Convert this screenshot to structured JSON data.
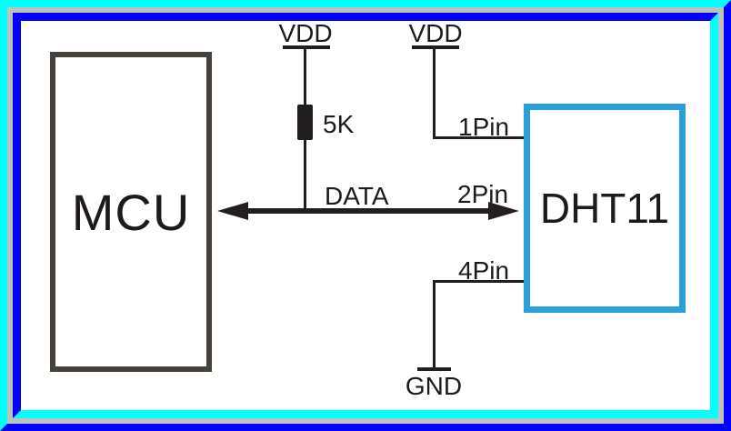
{
  "components": {
    "mcu": {
      "label": "MCU"
    },
    "dht11": {
      "label": "DHT11"
    },
    "resistor": {
      "label": "5K"
    }
  },
  "labels": {
    "vdd_left": "VDD",
    "vdd_right": "VDD",
    "data_bus": "DATA",
    "pin1": "1Pin",
    "pin2": "2Pin",
    "pin4": "4Pin",
    "gnd": "GND"
  },
  "colors": {
    "frame_cyan": "#00ffff",
    "frame_blue": "#0000ff",
    "frame_gray": "#c0c0c0",
    "canvas_bg": "#ffffff",
    "wire": "#221e1d",
    "text": "#1d1a19",
    "mcu_border": "#46403a",
    "dht11_border": "#2b9fd8"
  }
}
